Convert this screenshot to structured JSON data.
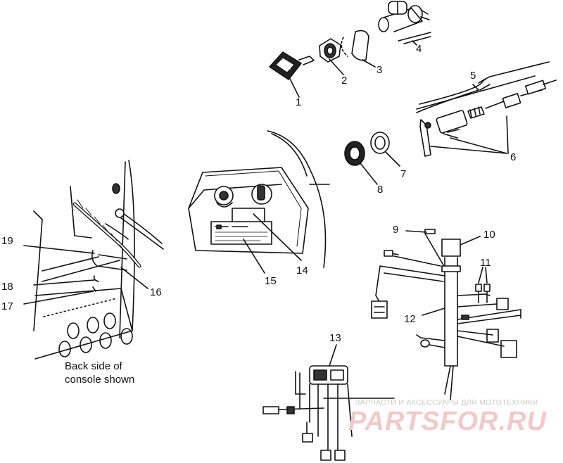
{
  "callouts": [
    "1",
    "2",
    "3",
    "4",
    "5",
    "6",
    "7",
    "8",
    "9",
    "10",
    "11",
    "12",
    "13",
    "14",
    "15",
    "16",
    "17",
    "18",
    "19"
  ],
  "note": {
    "line1": "Back side of",
    "line2": "console shown"
  },
  "watermark": {
    "caption": "ЗАПЧАСТИ И АКСЕССУАРЫ ДЛЯ МОТОТЕХНИКИ",
    "brand": "PARTSFOR.RU"
  }
}
